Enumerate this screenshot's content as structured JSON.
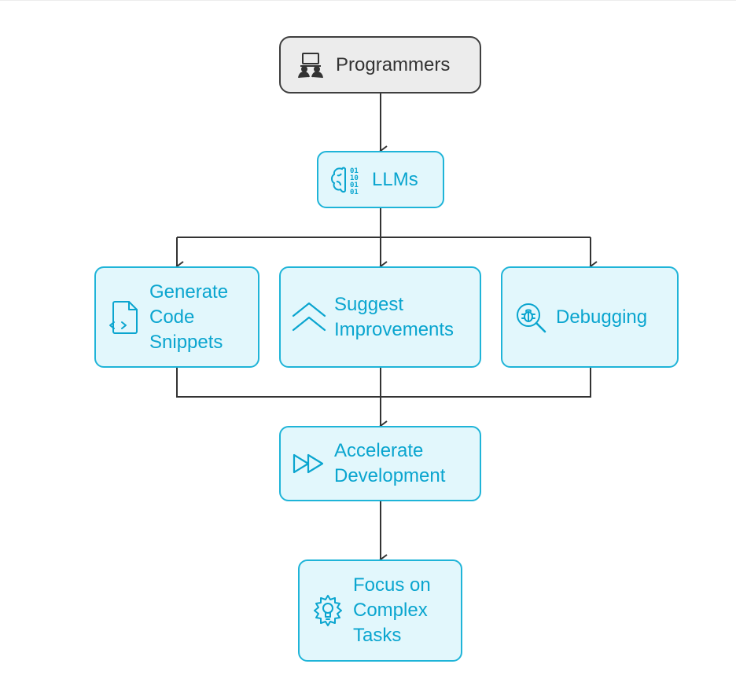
{
  "colors": {
    "node_fill": "#e2f7fc",
    "node_border": "#1fb4d8",
    "node_text": "#0aa5cf",
    "root_fill": "#ececec",
    "root_border": "#3f3f3f",
    "root_text": "#333333",
    "connector": "#333333"
  },
  "nodes": {
    "programmers": {
      "label": "Programmers",
      "icon": "programmers-laptop-icon"
    },
    "llms": {
      "label": "LLMs",
      "icon": "brain-binary-icon"
    },
    "generate": {
      "label": "Generate\nCode\nSnippets",
      "icon": "code-file-icon"
    },
    "suggest": {
      "label": "Suggest\nImprovements",
      "icon": "chevrons-up-icon"
    },
    "debugging": {
      "label": "Debugging",
      "icon": "bug-magnifier-icon"
    },
    "accelerate": {
      "label": "Accelerate\nDevelopment",
      "icon": "fast-forward-icon"
    },
    "focus": {
      "label": "Focus on\nComplex\nTasks",
      "icon": "gear-lightbulb-icon"
    }
  }
}
